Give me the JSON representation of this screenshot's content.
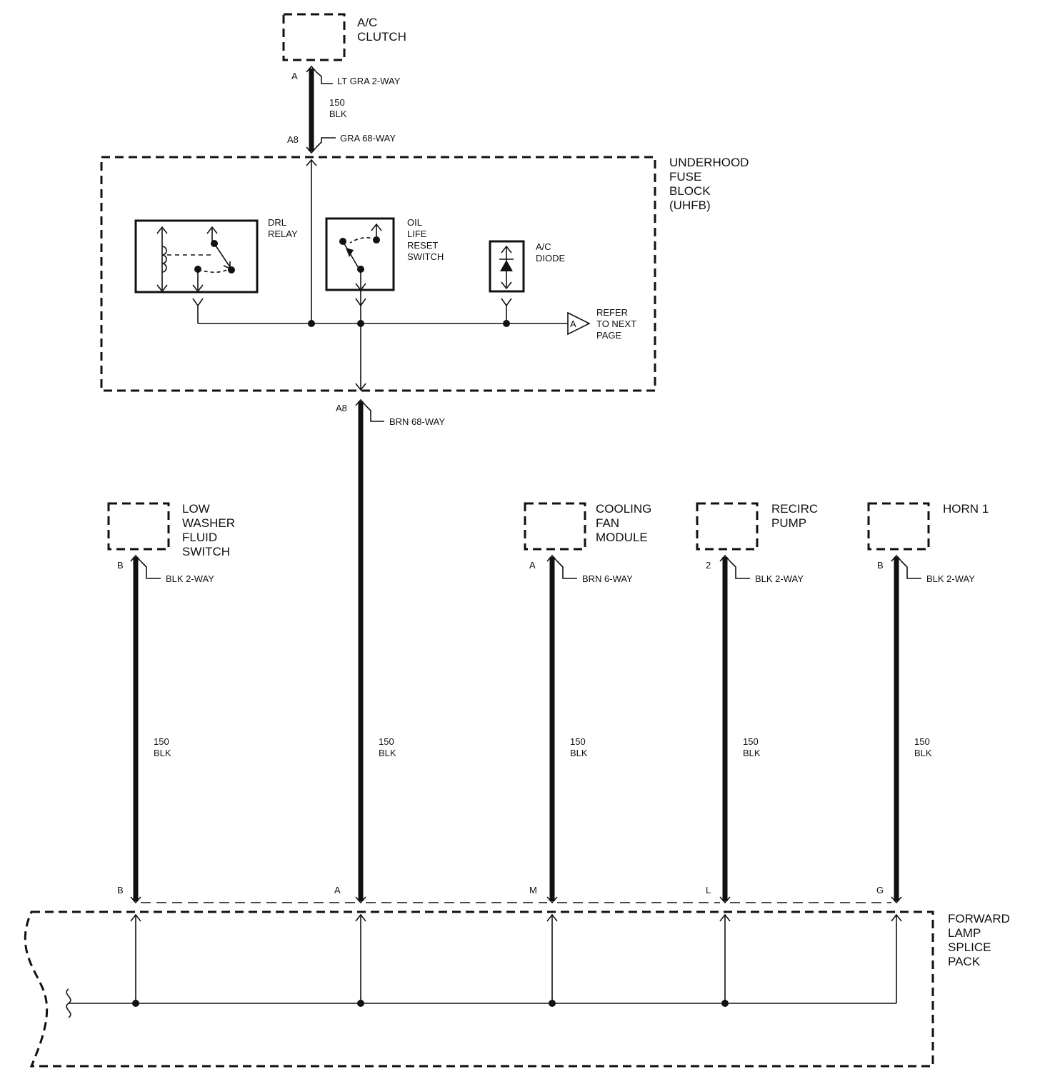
{
  "components": {
    "ac_clutch": {
      "line1": "A/C",
      "line2": "CLUTCH"
    },
    "uhfb": {
      "line1": "UNDERHOOD",
      "line2": "FUSE",
      "line3": "BLOCK",
      "line4": "(UHFB)"
    },
    "drl_relay": {
      "line1": "DRL",
      "line2": "RELAY"
    },
    "oil_life": {
      "line1": "OIL",
      "line2": "LIFE",
      "line3": "RESET",
      "line4": "SWITCH"
    },
    "ac_diode": {
      "line1": "A/C",
      "line2": "DIODE"
    },
    "refer": {
      "letter": "A",
      "line1": "REFER",
      "line2": "TO NEXT",
      "line3": "PAGE"
    },
    "low_washer": {
      "line1": "LOW",
      "line2": "WASHER",
      "line3": "FLUID",
      "line4": "SWITCH"
    },
    "cooling_fan": {
      "line1": "COOLING",
      "line2": "FAN",
      "line3": "MODULE"
    },
    "recirc_pump": {
      "line1": "RECIRC",
      "line2": "PUMP"
    },
    "horn": {
      "line1": "HORN 1"
    },
    "splice_pack": {
      "line1": "FORWARD",
      "line2": "LAMP",
      "line3": "SPLICE",
      "line4": "PACK"
    }
  },
  "connectors": {
    "ac_clutch": {
      "pin": "A",
      "label": "LT GRA 2-WAY"
    },
    "uhfb_top": {
      "pin": "A8",
      "label": "GRA 68-WAY"
    },
    "uhfb_bottom": {
      "pin": "A8",
      "label": "BRN 68-WAY"
    },
    "low_washer": {
      "pin": "B",
      "label": "BLK 2-WAY"
    },
    "cooling_fan": {
      "pin": "A",
      "label": "BRN 6-WAY"
    },
    "recirc_pump": {
      "pin": "2",
      "label": "BLK 2-WAY"
    },
    "horn": {
      "pin": "B",
      "label": "BLK 2-WAY"
    }
  },
  "wires": {
    "ac_clutch": {
      "circuit": "150",
      "color": "BLK"
    },
    "low_washer": {
      "circuit": "150",
      "color": "BLK"
    },
    "uhfb": {
      "circuit": "150",
      "color": "BLK"
    },
    "cooling_fan": {
      "circuit": "150",
      "color": "BLK"
    },
    "recirc_pump": {
      "circuit": "150",
      "color": "BLK"
    },
    "horn": {
      "circuit": "150",
      "color": "BLK"
    }
  },
  "splice_pins": {
    "p1": "B",
    "p2": "A",
    "p3": "M",
    "p4": "L",
    "p5": "G"
  }
}
